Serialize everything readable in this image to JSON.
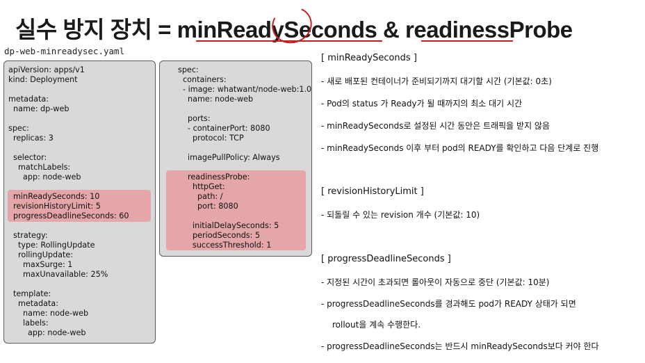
{
  "title": {
    "prefix": "실수 방지 장치 = ",
    "term1": "minReadySeconds",
    "amp": " & ",
    "term2": "readinessProbe"
  },
  "filename": "dp-web-minreadysec.yaml",
  "left_panel": [
    "apiVersion: apps/v1",
    "kind: Deployment",
    "",
    "metadata:",
    "  name: dp-web",
    "",
    "spec:",
    "  replicas: 3",
    "",
    "  selector:",
    "    matchLabels:",
    "      app: node-web",
    "",
    "  minReadySeconds: 10",
    "  revisionHistoryLimit: 5",
    "  progressDeadlineSeconds: 60",
    "",
    "  strategy:",
    "    type: RollingUpdate",
    "    rollingUpdate:",
    "      maxSurge: 1",
    "      maxUnavailable: 25%",
    "",
    "  template:",
    "    metadata:",
    "      name: node-web",
    "      labels:",
    "        app: node-web"
  ],
  "right_panel": [
    "spec:",
    "  containers:",
    "  - image: whatwant/node-web:1.0",
    "    name: node-web",
    "",
    "    ports:",
    "    - containerPort: 8080",
    "      protocol: TCP",
    "",
    "    imagePullPolicy: Always",
    "",
    "    readinessProbe:",
    "      httpGet:",
    "        path: /",
    "        port: 8080",
    "",
    "      initialDelaySeconds: 5",
    "      periodSeconds: 5",
    "      successThreshold: 1"
  ],
  "notes": [
    {
      "text": "[ minReadySeconds ]",
      "head": true
    },
    {
      "text": "- 새로 배포된 컨테이너가 준비되기까지 대기할 시간 (기본값: 0초)",
      "head": false
    },
    {
      "text": "- Pod의 status 가 Ready가 될 때까지의 최소 대기 시간",
      "head": false
    },
    {
      "text": "- minReadySeconds로 설정된 시간 동안은 트래픽을 받지 않음",
      "head": false
    },
    {
      "text": "- minReadySeconds 이후 부터 pod의 READY를 확인하고 다음 단계로 진행",
      "head": false
    },
    {
      "text": "[ revisionHistoryLimit ]",
      "head": true
    },
    {
      "text": "- 되돌릴 수 있는 revision 개수 (기본값: 10)",
      "head": false
    },
    {
      "text": "[ progressDeadlineSeconds ]",
      "head": true
    },
    {
      "text": "- 지정된 시간이 초과되면 롤아웃이 자동으로 중단 (기본값: 10분)",
      "head": false
    },
    {
      "text": "- progressDeadlineSeconds를 경과해도 pod가 READY 상태가 되면",
      "head": false
    },
    {
      "text": "rollout을 계속 수행한다.",
      "head": false
    },
    {
      "text": "- progressDeadlineSeconds는 반드시 minReadySeconds보다 커야 한다",
      "head": false
    }
  ]
}
